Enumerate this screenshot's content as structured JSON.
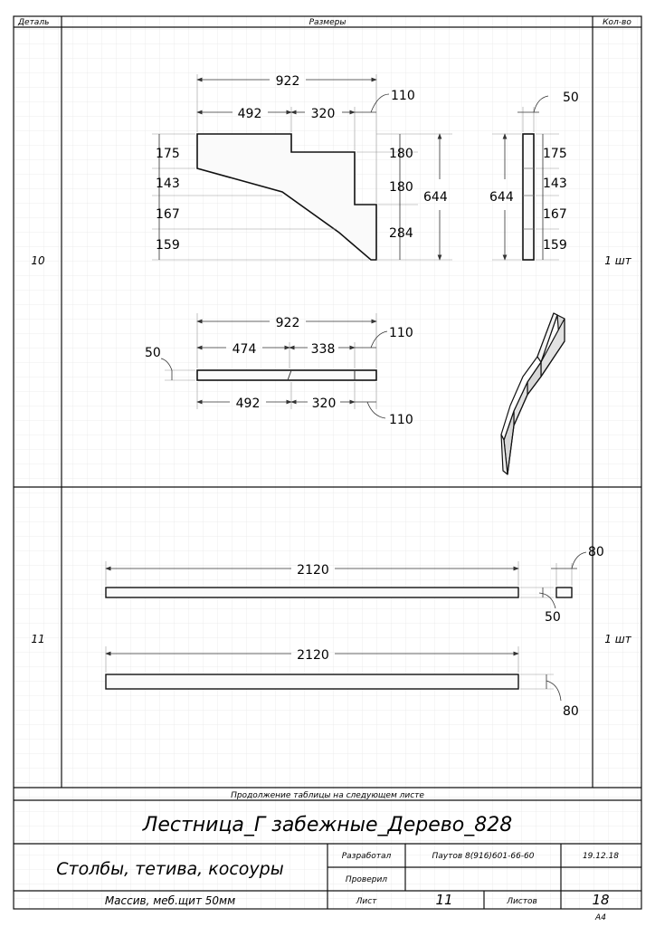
{
  "header": {
    "col_detail": "Деталь",
    "col_dimensions": "Размеры",
    "col_qty": "Кол-во"
  },
  "parts": [
    {
      "id": "10",
      "qty": "1 шт"
    },
    {
      "id": "11",
      "qty": "1 шт"
    }
  ],
  "part10": {
    "side": {
      "overall_width": "922",
      "seg1": "492",
      "seg2": "320",
      "seg3": "110",
      "thickness": "50",
      "left_dims": [
        "175",
        "143",
        "167",
        "159"
      ],
      "right_dims": [
        "180",
        "180",
        "284"
      ],
      "total_height": "644",
      "edge_height": "644",
      "edge_dims": [
        "175",
        "143",
        "167",
        "159"
      ]
    },
    "top": {
      "overall_width": "922",
      "top_seg1": "474",
      "top_seg2": "338",
      "top_seg3": "110",
      "thickness": "50",
      "bottom_seg1": "492",
      "bottom_seg2": "320",
      "bottom_seg3": "110"
    }
  },
  "part11": {
    "bar1_length": "2120",
    "bar1_section_w": "80",
    "bar1_thickness": "50",
    "bar2_length": "2120",
    "bar2_height": "80"
  },
  "footer": {
    "continuation": "Продолжение таблицы на следующем листе",
    "project_title": "Лестница_Г забежные_Дерево_828",
    "sheet_subject": "Столбы, тетива, косоуры",
    "material": "Массив, меб.щит 50мм",
    "developed_label": "Разработал",
    "developer": "Паутов 8(916)601-66-60",
    "date": "19.12.18",
    "checked_label": "Проверил",
    "sheet_label": "Лист",
    "sheet_no": "11",
    "sheets_label": "Листов",
    "sheets_total": "18",
    "format": "А4"
  }
}
